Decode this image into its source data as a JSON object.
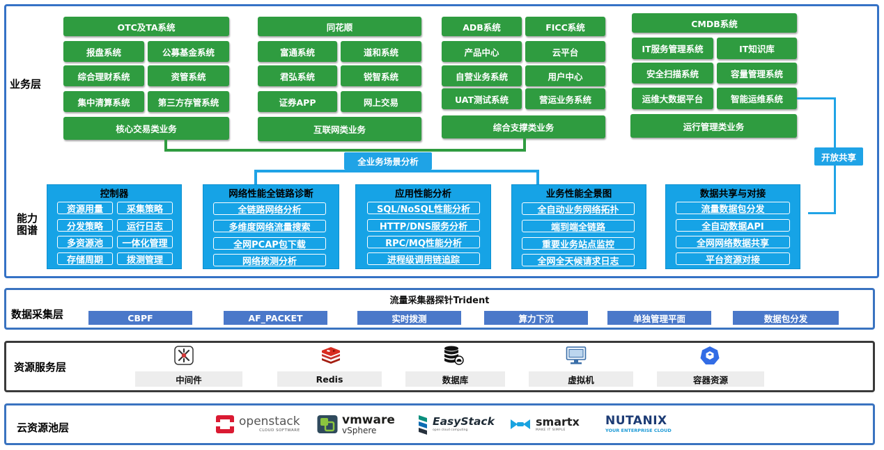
{
  "layers": {
    "business": "业务层",
    "capability_line1": "能力",
    "capability_line2": "图谱",
    "collection": "数据采集层",
    "resource": "资源服务层",
    "cloud": "云资源池层"
  },
  "business": {
    "col1": {
      "top": "OTC及TA系统",
      "items": [
        "报盘系统",
        "公募基金系统",
        "综合理财系统",
        "资管系统",
        "集中清算系统",
        "第三方存管系统"
      ],
      "bottom": "核心交易类业务"
    },
    "col2": {
      "top": "同花顺",
      "items": [
        "富通系统",
        "道和系统",
        "君弘系统",
        "锐智系统",
        "证券APP",
        "网上交易"
      ],
      "bottom": "互联网类业务"
    },
    "col3": {
      "items": [
        "ADB系统",
        "FICC系统",
        "产品中心",
        "云平台",
        "自营业务系统",
        "用户中心",
        "UAT测试系统",
        "营运业务系统"
      ],
      "bottom": "综合支撑类业务"
    },
    "col4": {
      "top": "CMDB系统",
      "items": [
        "IT服务管理系统",
        "IT知识库",
        "安全扫描系统",
        "容量管理系统",
        "运维大数据平台",
        "智能运维系统"
      ],
      "bottom": "运行管理类业务"
    },
    "hub": "全业务场景分析",
    "share": "开放共享"
  },
  "capabilities": [
    {
      "title": "控制器",
      "items": [
        "资源用量",
        "采集策略",
        "分发策略",
        "运行日志",
        "多资源池",
        "一体化管理",
        "存储周期",
        "拨测管理"
      ]
    },
    {
      "title": "网络性能全链路诊断",
      "items": [
        "全链路网络分析",
        "多维度网络流量搜索",
        "全网PCAP包下载",
        "网络拨测分析"
      ]
    },
    {
      "title": "应用性能分析",
      "items": [
        "SQL/NoSQL性能分析",
        "HTTP/DNS服务分析",
        "RPC/MQ性能分析",
        "进程级调用链追踪"
      ]
    },
    {
      "title": "业务性能全景图",
      "items": [
        "全自动业务网络拓扑",
        "端到端全链路",
        "重要业务站点监控",
        "全网全天候请求日志"
      ]
    },
    {
      "title": "数据共享与对接",
      "items": [
        "流量数据包分发",
        "全自动数据API",
        "全网网络数据共享",
        "平台资源对接"
      ]
    }
  ],
  "collection": {
    "title": "流量采集器探针Trident",
    "items": [
      "CBPF",
      "AF_PACKET",
      "实时拨测",
      "算力下沉",
      "单独管理平面",
      "数据包分发"
    ]
  },
  "resource": {
    "items": [
      {
        "label": "中间件",
        "icon": "middleware-icon"
      },
      {
        "label": "Redis",
        "icon": "redis-icon"
      },
      {
        "label": "数据库",
        "icon": "database-icon"
      },
      {
        "label": "虚拟机",
        "icon": "virtual-machine-icon"
      },
      {
        "label": "容器资源",
        "icon": "container-icon"
      }
    ]
  },
  "cloud": {
    "openstack": {
      "name": "openstack",
      "sub": "CLOUD SOFTWARE"
    },
    "vmware": {
      "name": "vmware",
      "sub": "vSphere"
    },
    "easystack": {
      "name": "EasyStack",
      "sub": "open cloud computing"
    },
    "smartx": {
      "name": "smartx",
      "sub": "MAKE IT SIMPLE"
    },
    "nutanix": {
      "name": "NUTANIX",
      "sub": "YOUR ENTERPRISE CLOUD"
    }
  },
  "colors": {
    "green": "#2f9c40",
    "blue": "#16a3e6",
    "collect_item": "#4a78c9",
    "border_blue": "#3572c6"
  }
}
